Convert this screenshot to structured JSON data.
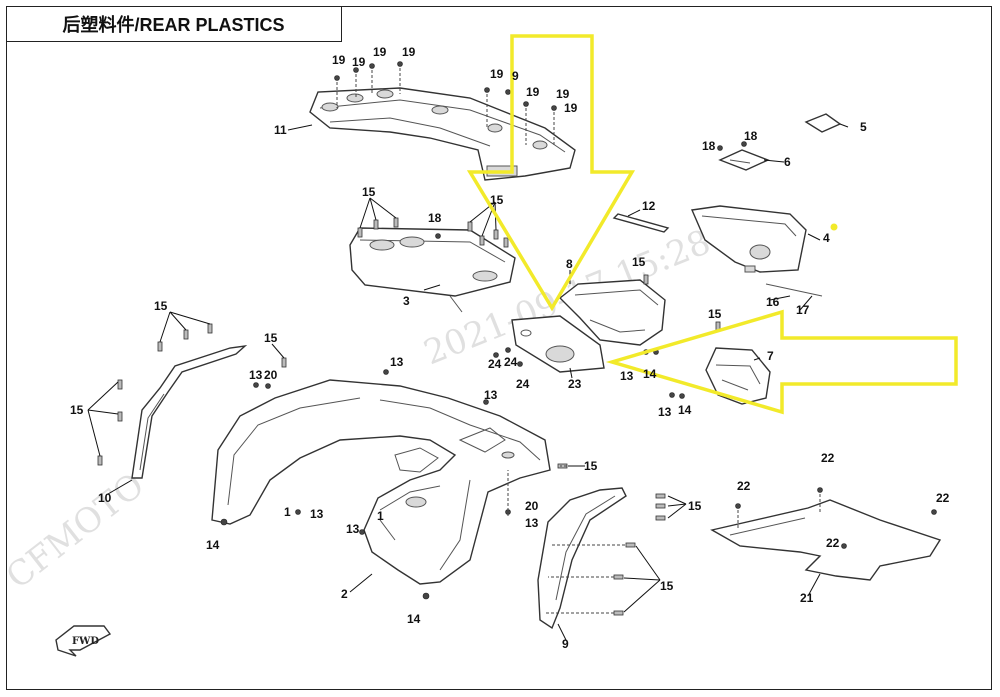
{
  "title": "后塑料件/REAR PLASTICS",
  "watermark": {
    "brand": "CFMOTO",
    "timestamp": "2021-09-17 15:28:18"
  },
  "fwd_label": "FWD",
  "colors": {
    "highlight": "#f2ea2a",
    "line": "#333333"
  },
  "callouts": [
    {
      "id": "c1",
      "text": "1"
    },
    {
      "id": "c2",
      "text": "1"
    },
    {
      "id": "c3",
      "text": "2"
    },
    {
      "id": "c4",
      "text": "3"
    },
    {
      "id": "c5",
      "text": "4"
    },
    {
      "id": "c6",
      "text": "5"
    },
    {
      "id": "c7",
      "text": "6"
    },
    {
      "id": "c8",
      "text": "7"
    },
    {
      "id": "c9",
      "text": "8"
    },
    {
      "id": "c10",
      "text": "9"
    },
    {
      "id": "c11",
      "text": "9"
    },
    {
      "id": "c12",
      "text": "10"
    },
    {
      "id": "c13",
      "text": "11"
    },
    {
      "id": "c14",
      "text": "12"
    },
    {
      "id": "c15",
      "text": "13"
    },
    {
      "id": "c16",
      "text": "13"
    },
    {
      "id": "c17",
      "text": "13"
    },
    {
      "id": "c18",
      "text": "13"
    },
    {
      "id": "c19",
      "text": "13"
    },
    {
      "id": "c20",
      "text": "13"
    },
    {
      "id": "c21",
      "text": "13"
    },
    {
      "id": "c22",
      "text": "13"
    },
    {
      "id": "c23",
      "text": "14"
    },
    {
      "id": "c24",
      "text": "14"
    },
    {
      "id": "c25",
      "text": "14"
    },
    {
      "id": "c26",
      "text": "14"
    },
    {
      "id": "c27",
      "text": "15"
    },
    {
      "id": "c28",
      "text": "15"
    },
    {
      "id": "c29",
      "text": "15"
    },
    {
      "id": "c30",
      "text": "15"
    },
    {
      "id": "c31",
      "text": "15"
    },
    {
      "id": "c32",
      "text": "15"
    },
    {
      "id": "c33",
      "text": "15"
    },
    {
      "id": "c34",
      "text": "15"
    },
    {
      "id": "c35",
      "text": "15"
    },
    {
      "id": "c36",
      "text": "15"
    },
    {
      "id": "c37",
      "text": "16"
    },
    {
      "id": "c38",
      "text": "17"
    },
    {
      "id": "c39",
      "text": "18"
    },
    {
      "id": "c40",
      "text": "18"
    },
    {
      "id": "c41",
      "text": "18"
    },
    {
      "id": "c42",
      "text": "19"
    },
    {
      "id": "c43",
      "text": "19"
    },
    {
      "id": "c44",
      "text": "19"
    },
    {
      "id": "c45",
      "text": "19"
    },
    {
      "id": "c46",
      "text": "19"
    },
    {
      "id": "c47",
      "text": "19"
    },
    {
      "id": "c48",
      "text": "19"
    },
    {
      "id": "c49",
      "text": "19"
    },
    {
      "id": "c50",
      "text": "20"
    },
    {
      "id": "c51",
      "text": "20"
    },
    {
      "id": "c52",
      "text": "21"
    },
    {
      "id": "c53",
      "text": "22"
    },
    {
      "id": "c54",
      "text": "22"
    },
    {
      "id": "c55",
      "text": "22"
    },
    {
      "id": "c56",
      "text": "22"
    },
    {
      "id": "c57",
      "text": "23"
    },
    {
      "id": "c58",
      "text": "24"
    },
    {
      "id": "c59",
      "text": "24"
    },
    {
      "id": "c60",
      "text": "24"
    }
  ]
}
